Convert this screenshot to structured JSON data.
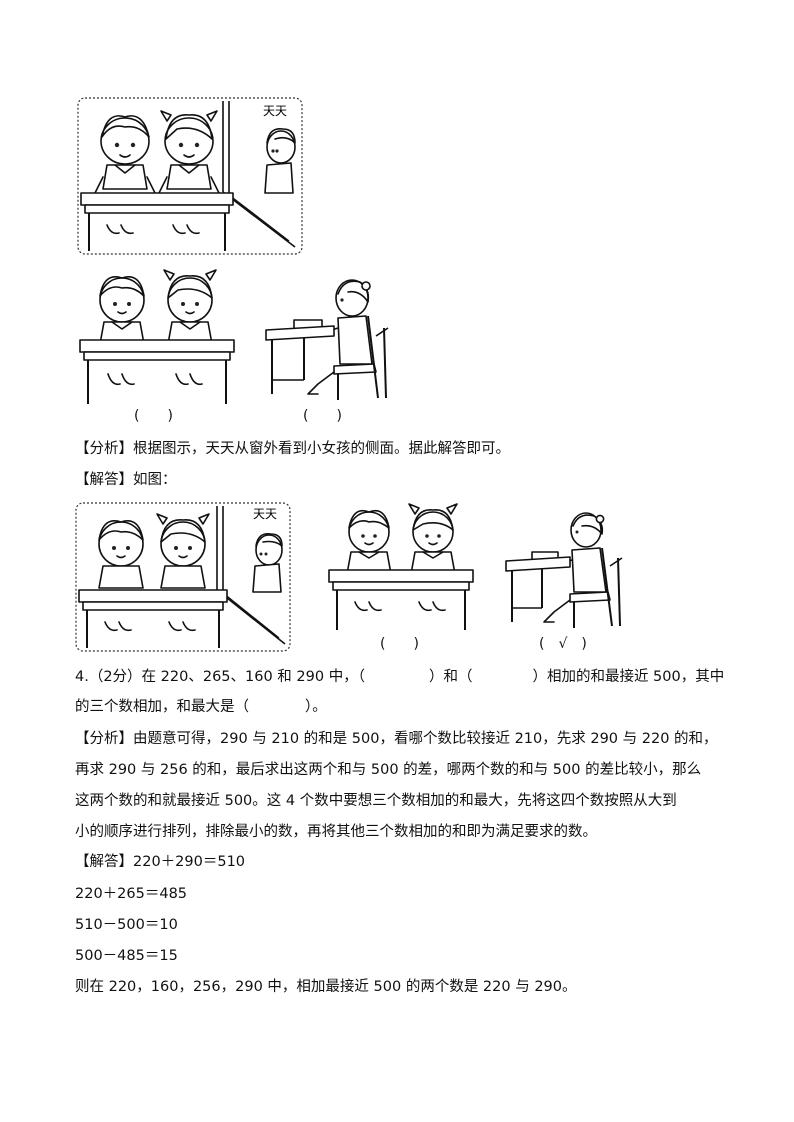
{
  "q3": {
    "figure1_label": "天天",
    "choice_a": "(　　)",
    "choice_b": "(　　)",
    "analysis": "【分析】根据图示，天天从窗外看到小女孩的侧面。据此解答即可。",
    "answer_intro": "【解答】如图：",
    "figure2_label": "天天",
    "answer_a": "(　　)",
    "answer_b": "(　√　)"
  },
  "q4": {
    "stem_line1_parts": [
      "4.（2分）在 220、265、160 和 290 中，（",
      "）和（",
      "）相加的和最接近 500，其中"
    ],
    "stem_line2_parts": [
      "的三个数相加，和最大是（",
      "）。"
    ],
    "analysis_lines": [
      "【分析】由题意可得，290 与 210 的和是 500，看哪个数比较接近 210，先求 290 与 220 的和，",
      "再求 290 与 256 的和，最后求出这两个和与 500 的差，哪两个数的和与 500 的差比较小，那么",
      "这两个数的和就最接近 500。这 4 个数中要想三个数相加的和最大，先将这四个数按照从大到",
      "小的顺序进行排列，排除最小的数，再将其他三个数相加的和即为满足要求的数。"
    ],
    "solution_lines": [
      "【解答】220＋290＝510",
      "220＋265＝485",
      "510－500＝10",
      "500－485＝15",
      "则在 220，160，256，290 中，相加最接近 500 的两个数是 220 与 290。"
    ]
  }
}
